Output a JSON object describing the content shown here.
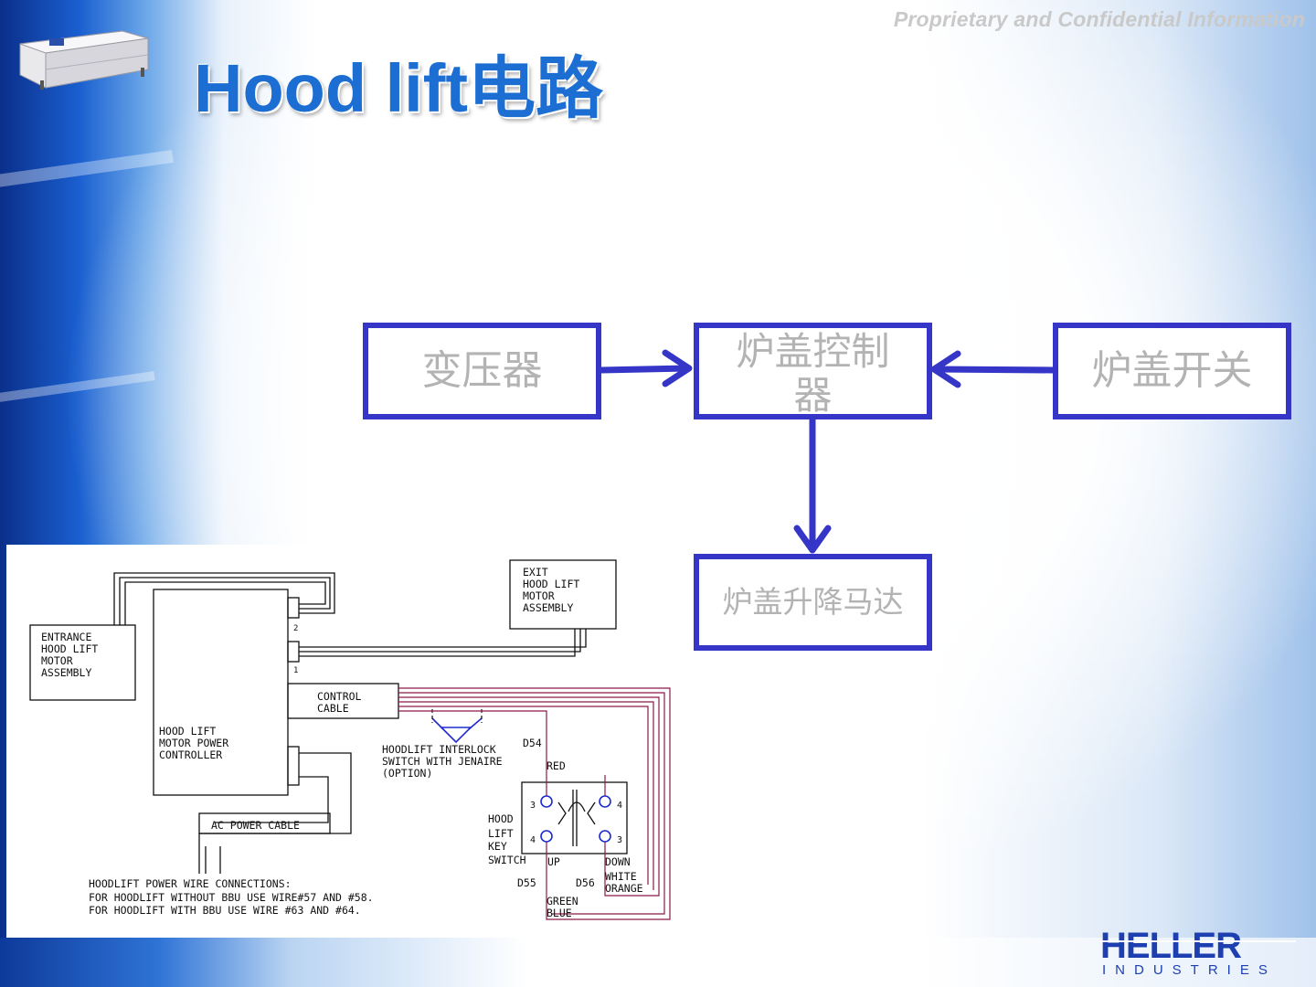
{
  "header": {
    "title": "Hood lift电路",
    "confidential": "Proprietary and Confidential Information"
  },
  "flow": {
    "transformer": "变压器",
    "controller": "炉盖控制器",
    "switch": "炉盖开关",
    "motor": "炉盖升降马达"
  },
  "schematic": {
    "exit_motor": [
      "EXIT",
      "HOOD LIFT",
      "MOTOR",
      "ASSEMBLY"
    ],
    "entrance_motor": [
      "ENTRANCE",
      "HOOD LIFT",
      "MOTOR",
      "ASSEMBLY"
    ],
    "controller": [
      "HOOD LIFT",
      "MOTOR POWER",
      "CONTROLLER"
    ],
    "control_cable": [
      "CONTROL",
      "CABLE"
    ],
    "ac_power_cable": "AC POWER CABLE",
    "interlock": [
      "HOODLIFT INTERLOCK",
      "SWITCH WITH JENAIRE",
      "(OPTION)"
    ],
    "key_switch": [
      "HOOD",
      "LIFT",
      "KEY",
      "SWITCH"
    ],
    "port_2": "2",
    "port_1": "1",
    "pin_3a": "3",
    "pin_4a": "4",
    "pin_4b": "4",
    "pin_3b": "3",
    "d54": "D54",
    "d55": "D55",
    "d56": "D56",
    "red": "RED",
    "up": "UP",
    "down": "DOWN",
    "white": "WHITE",
    "orange": "ORANGE",
    "green": "GREEN",
    "blue": "BLUE",
    "notes": [
      "HOODLIFT POWER WIRE CONNECTIONS:",
      "FOR HOODLIFT WITHOUT BBU USE WIRE#57 AND #58.",
      "FOR HOODLIFT WITH BBU USE WIRE #63 AND #64."
    ]
  },
  "logo": {
    "name": "HELLER",
    "tagline": "INDUSTRIES"
  },
  "colors": {
    "title_blue": "#1c6ed2",
    "box_border": "#3535c8",
    "box_text": "#b3b3b3",
    "wire_purple": "#8a1a4a"
  }
}
